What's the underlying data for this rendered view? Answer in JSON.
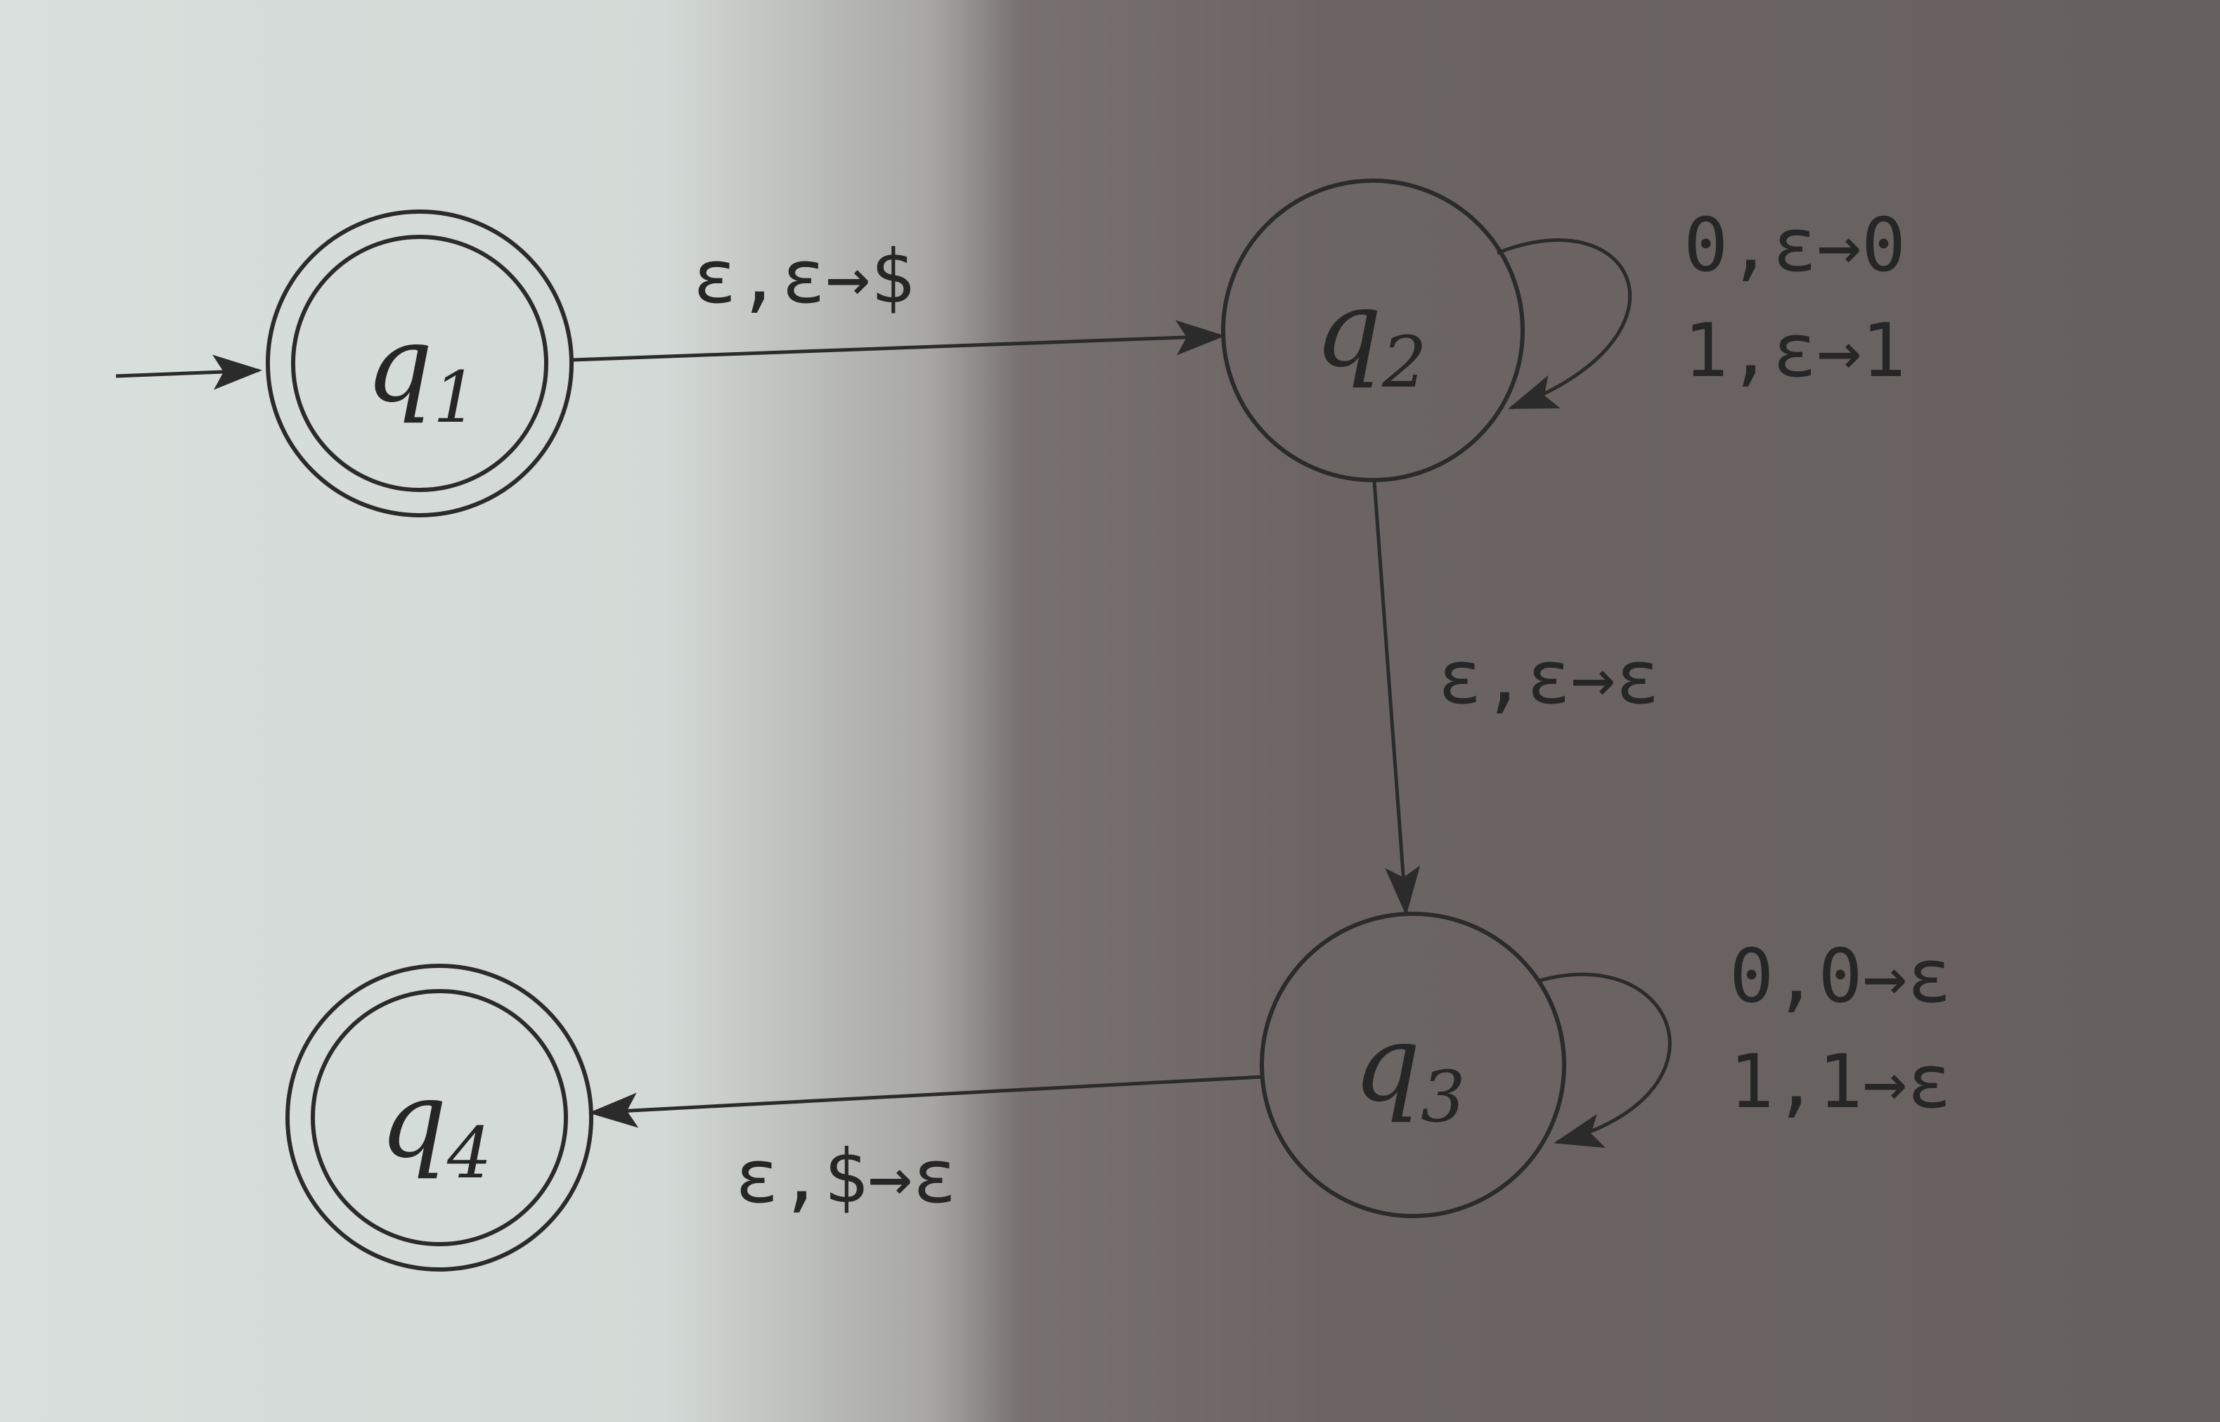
{
  "states": {
    "q1": {
      "name": "q",
      "sub": "1"
    },
    "q2": {
      "name": "q",
      "sub": "2"
    },
    "q3": {
      "name": "q",
      "sub": "3"
    },
    "q4": {
      "name": "q",
      "sub": "4"
    }
  },
  "transitions": {
    "q1_q2": "ε,ε→$",
    "q2_loop_1": "0,ε→0",
    "q2_loop_2": "1,ε→1",
    "q2_q3": "ε,ε→ε",
    "q3_loop_1": "0,0→ε",
    "q3_loop_2": "1,1→ε",
    "q3_q4": "ε,$→ε"
  }
}
